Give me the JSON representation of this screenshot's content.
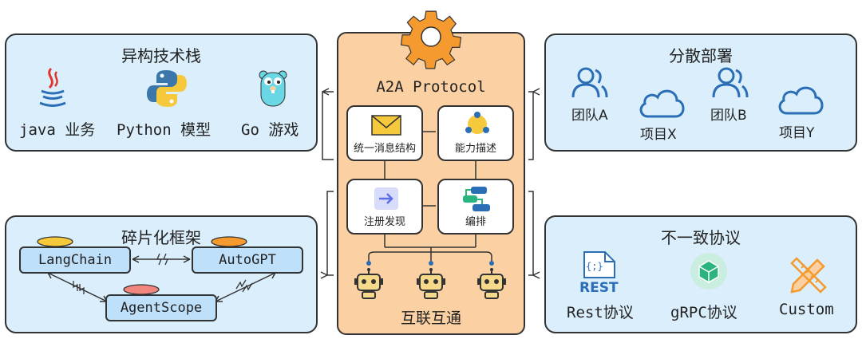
{
  "center": {
    "title": "A2A Protocol",
    "features": [
      "统一消息结构",
      "能力描述",
      "注册发现",
      "编排"
    ],
    "footer": "互联互通"
  },
  "tech_stack": {
    "title": "异构技术栈",
    "items": [
      "java 业务",
      "Python 模型",
      "Go 游戏"
    ]
  },
  "deploy": {
    "title": "分散部署",
    "items": [
      "团队A",
      "项目X",
      "团队B",
      "项目Y"
    ]
  },
  "frameworks": {
    "title": "碎片化框架",
    "items": [
      "LangChain",
      "AutoGPT",
      "AgentScope"
    ]
  },
  "protocols": {
    "title": "不一致协议",
    "rest_icon_text": "REST",
    "rest_braces": "{;}",
    "items": [
      "Rest协议",
      "gRPC协议",
      "Custom"
    ]
  },
  "colors": {
    "panel": "#dbeefc",
    "center": "#fbd1a4",
    "gear": "#f59a2e",
    "framework_box": "#bfe0fb"
  }
}
